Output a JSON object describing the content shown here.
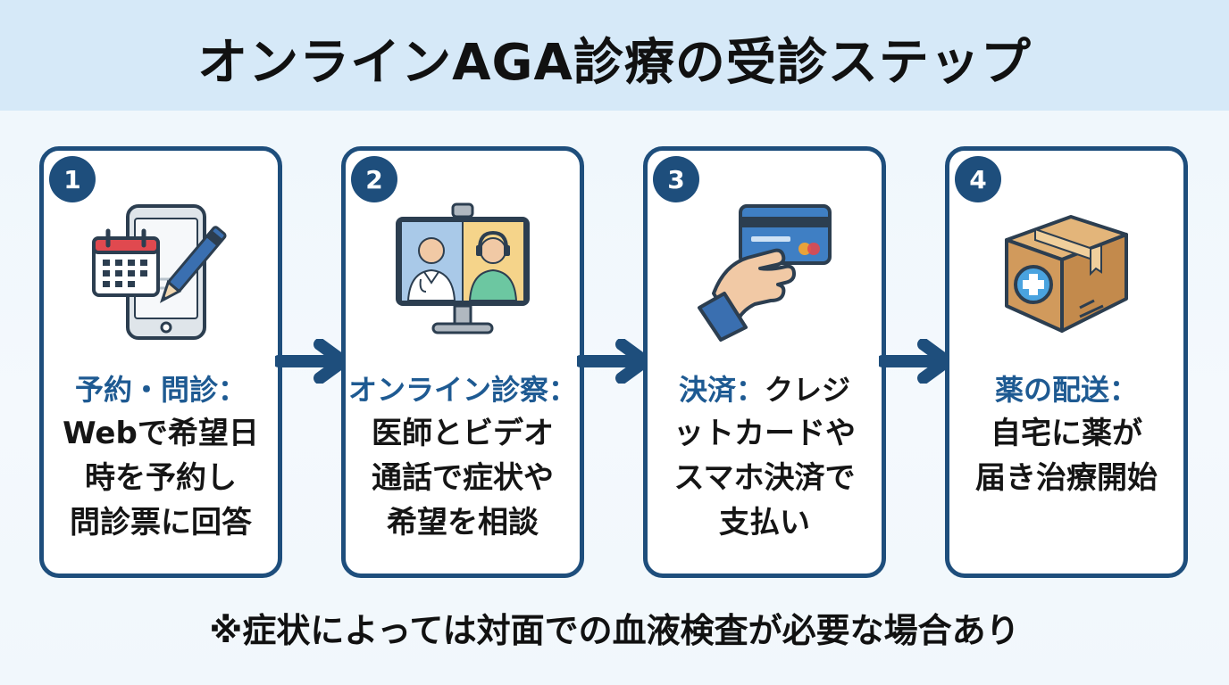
{
  "title": "オンラインAGA診療の受診ステップ",
  "steps": [
    {
      "number": "1",
      "title": "予約・問診：",
      "body": [
        "Webで希望日",
        "時を予約し",
        "問診票に回答"
      ],
      "icon": "smartphone-calendar-pen-icon"
    },
    {
      "number": "2",
      "title": "オンライン診察：",
      "body": [
        "医師とビデオ",
        "通話で症状や",
        "希望を相談"
      ],
      "icon": "video-call-monitor-icon"
    },
    {
      "number": "3",
      "title_prefix": "決済：",
      "title_suffix": "クレジ",
      "body": [
        "ットカードや",
        "スマホ決済で",
        "支払い"
      ],
      "icon": "credit-card-hand-icon"
    },
    {
      "number": "4",
      "title": "薬の配送：",
      "body": [
        "自宅に薬が",
        "届き治療開始"
      ],
      "icon": "medicine-package-icon"
    }
  ],
  "footnote": "※症状によっては対面での血液検査が必要な場合あり",
  "colors": {
    "accent": "#1e4e7c",
    "title_blue": "#1e5a92",
    "header_bg": "#d6e9f8"
  }
}
